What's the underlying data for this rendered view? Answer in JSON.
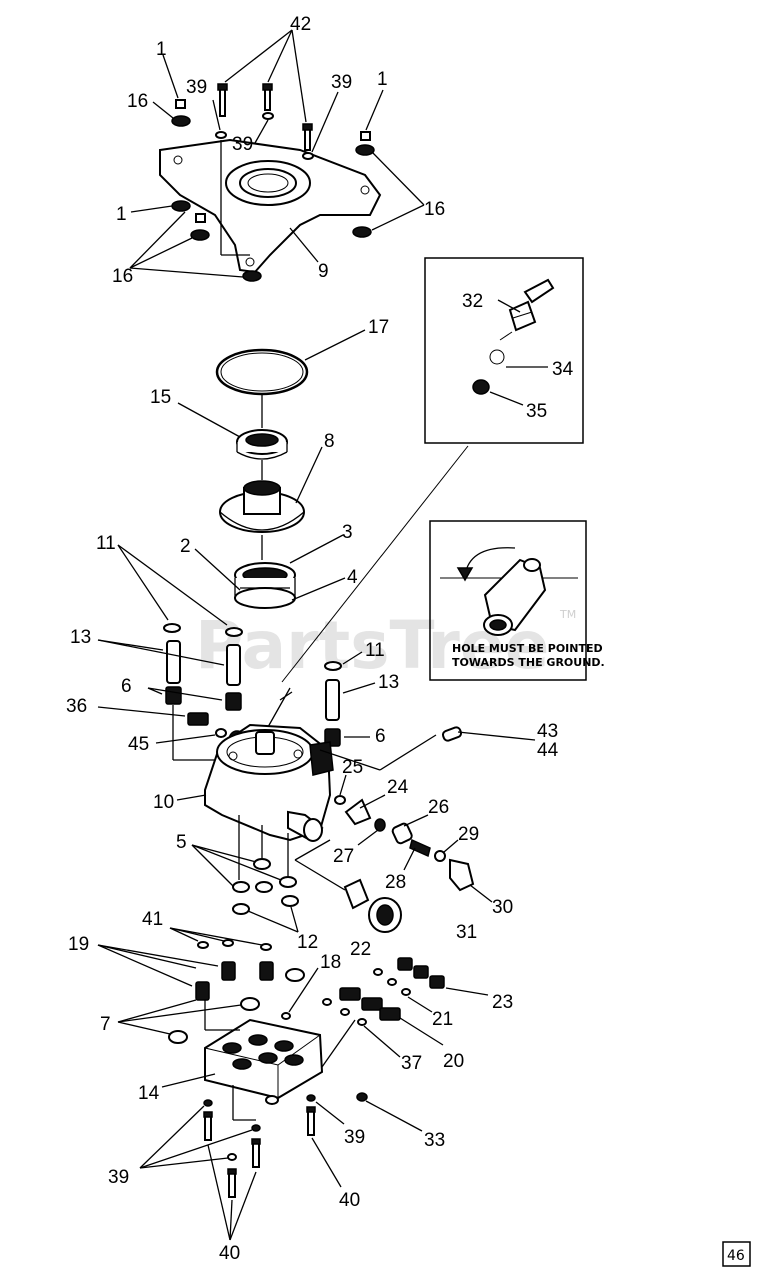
{
  "watermark": "PartsTree",
  "trademark": "TM",
  "page_number": "46",
  "inset_note_line1": "HOLE MUST BE POINTED",
  "inset_note_line2": "TOWARDS THE GROUND.",
  "callouts": {
    "c42": "42",
    "c1a": "1",
    "c1b": "1",
    "c1c": "1",
    "c16a": "16",
    "c16b": "16",
    "c16c": "16",
    "c39a": "39",
    "c39b": "39",
    "c39c": "39",
    "c9": "9",
    "c32": "32",
    "c34": "34",
    "c35": "35",
    "c17": "17",
    "c15": "15",
    "c8": "8",
    "c3": "3",
    "c2": "2",
    "c4": "4",
    "c11a": "11",
    "c11b": "11",
    "c13a": "13",
    "c13b": "13",
    "c6a": "6",
    "c6b": "6",
    "c36": "36",
    "c45": "45",
    "c43": "43",
    "c44": "44",
    "c25": "25",
    "c24": "24",
    "c10": "10",
    "c26": "26",
    "c29": "29",
    "c27": "27",
    "c28": "28",
    "c30": "30",
    "c5": "5",
    "c12": "12",
    "c22": "22",
    "c31": "31",
    "c41": "41",
    "c19": "19",
    "c18": "18",
    "c23": "23",
    "c21": "21",
    "c7": "7",
    "c20": "20",
    "c37": "37",
    "c14": "14",
    "c39d": "39",
    "c33": "33",
    "c39e": "39",
    "c40a": "40",
    "c40b": "40"
  }
}
